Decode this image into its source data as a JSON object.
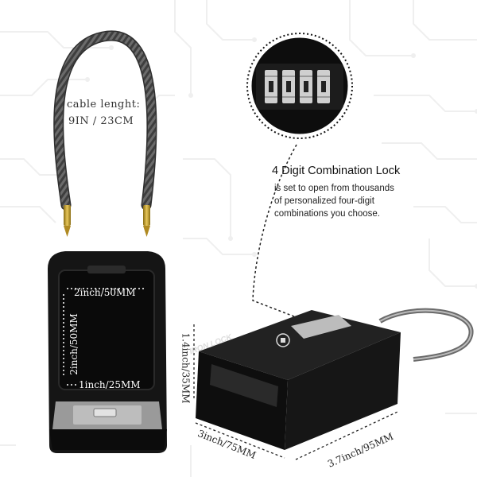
{
  "cable": {
    "label": "cable lenght:",
    "length": "9IN / 23CM"
  },
  "feature": {
    "title": "4 Digit Combination Lock",
    "description_lines": [
      "is set to open from thousands",
      "of personalized four-digit",
      "combinations you choose."
    ]
  },
  "interior_dimensions": {
    "width": "2inch/50MM",
    "height": "2inch/50MM",
    "depth": "1inch/25MM"
  },
  "exterior_dimensions": {
    "height": "1.4inch/35MM",
    "depth": "3inch/75MM",
    "width": "3.7inch/95MM"
  },
  "brand": {
    "name": "IRON LOCK"
  },
  "colors": {
    "lock_body": "#141414",
    "cable_sheath": "#5a5a5a",
    "brass_tip": "#c9a227",
    "dial_silver": "#c8c8c8",
    "pattern": "#eeeeee"
  }
}
